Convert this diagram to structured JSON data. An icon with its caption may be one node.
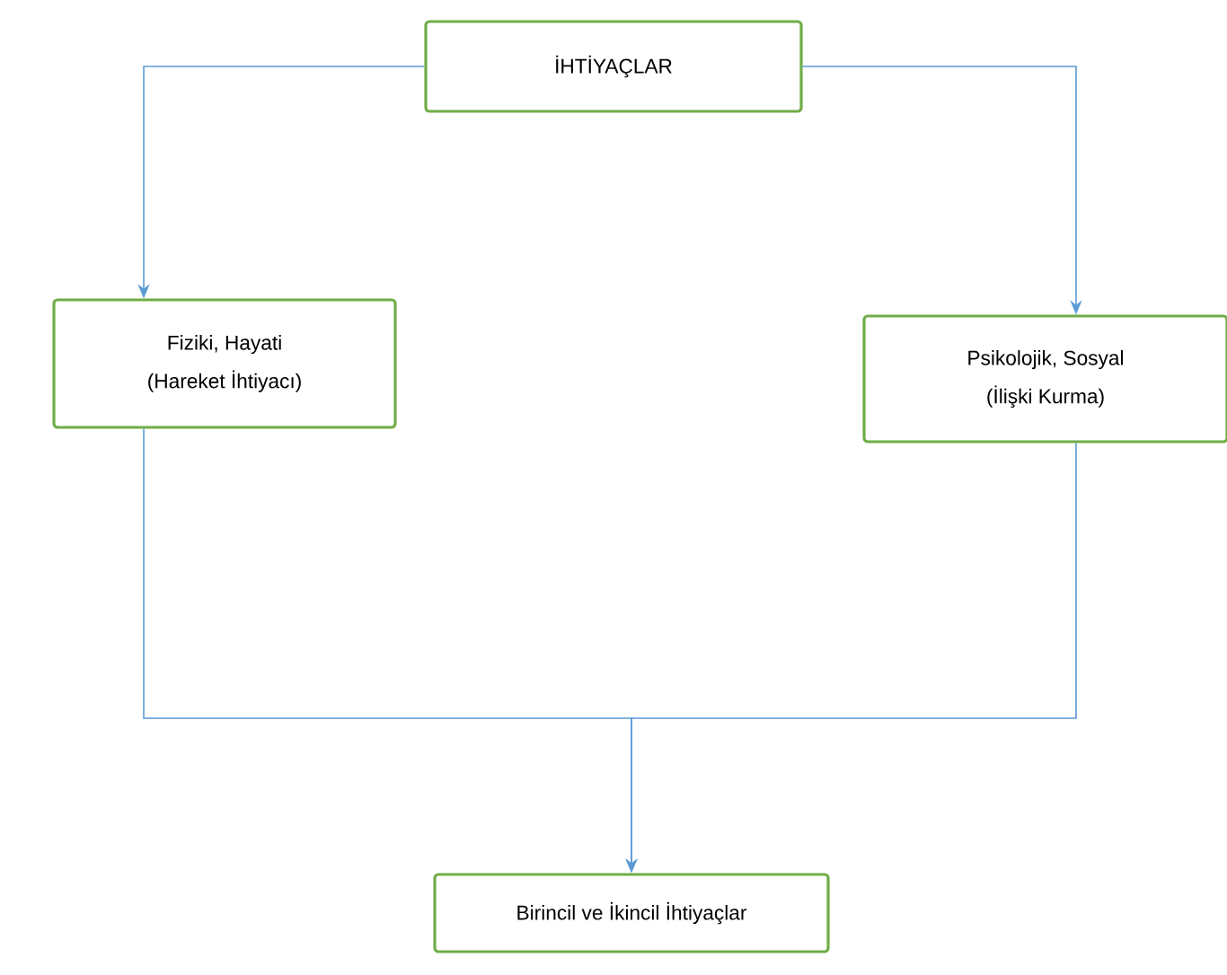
{
  "diagram": {
    "nodes": [
      {
        "text": [
          "İHTİYAÇLAR"
        ]
      },
      {
        "text": [
          "Fiziki, Hayati",
          "(Hareket İhtiyacı)"
        ]
      },
      {
        "text": [
          "Psikolojik, Sosyal",
          "(İlişki Kurma)"
        ]
      },
      {
        "text": [
          "Birincil ve İkincil İhtiyaçlar"
        ]
      }
    ],
    "edges": [
      {
        "from": 0,
        "to": 1,
        "arrow": "to"
      },
      {
        "from": 0,
        "to": 2,
        "arrow": "to"
      },
      {
        "from": 1,
        "to": 3,
        "arrow": "to"
      },
      {
        "from": 2,
        "to": 3,
        "arrow": "to"
      }
    ]
  }
}
